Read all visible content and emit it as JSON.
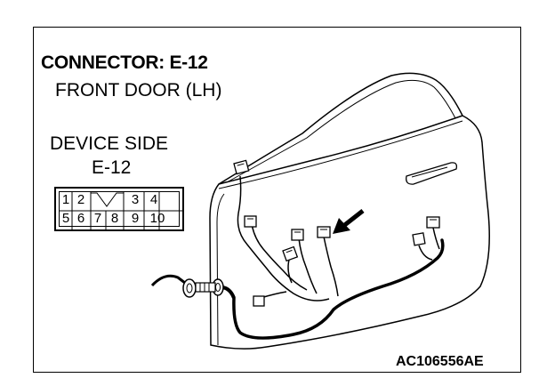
{
  "connector": {
    "title": "CONNECTOR: E-12",
    "location": "FRONT DOOR (LH)"
  },
  "device": {
    "side_label": "DEVICE SIDE",
    "connector_id": "E-12"
  },
  "pins": {
    "top_row": [
      "1",
      "2",
      "",
      "3",
      "4"
    ],
    "bottom_row": [
      "5",
      "6",
      "7",
      "8",
      "9",
      "10"
    ]
  },
  "figure_code": "AC106556AE"
}
